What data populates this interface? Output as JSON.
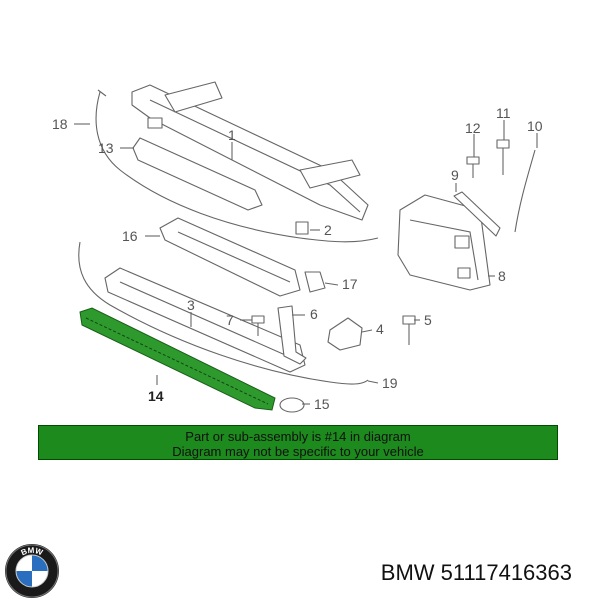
{
  "callouts": {
    "c1": "1",
    "c2": "2",
    "c3": "3",
    "c4": "4",
    "c5": "5",
    "c6": "6",
    "c7": "7",
    "c8": "8",
    "c9": "9",
    "c10": "10",
    "c11": "11",
    "c12": "12",
    "c13": "13",
    "c14": "14",
    "c15": "15",
    "c16": "16",
    "c17": "17",
    "c18": "18",
    "c19": "19"
  },
  "highlighted_part": "14",
  "banner": {
    "line1": "Part or sub-assembly is #14 in diagram",
    "line2": "Diagram may not be specific to your vehicle",
    "color": "#1c8a1c"
  },
  "footer": {
    "logo_text": "BMW",
    "part_number": "BMW 51117416363"
  },
  "colors": {
    "highlight_fill": "#2e9a2e",
    "line": "#666666"
  }
}
